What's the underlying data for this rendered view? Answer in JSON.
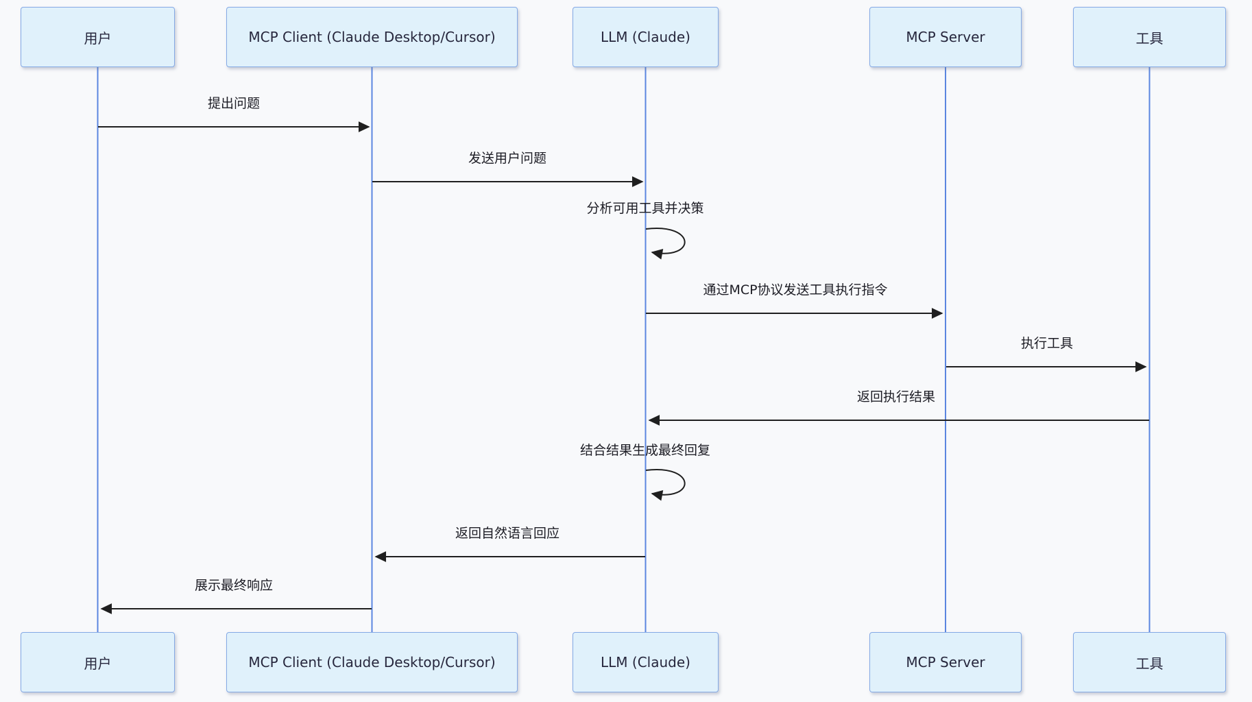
{
  "diagram": {
    "kind": "sequence-diagram",
    "background_color": "#f8f9fb",
    "actor_fill_color": "#e0f1fb",
    "actor_border_color": "#84a9e5",
    "lifeline_color": "#5b86e0",
    "arrow_color": "#1f1f1f",
    "message_text_color": "#1c1c24"
  },
  "actors": [
    {
      "id": "user",
      "label": "用户"
    },
    {
      "id": "mcp-client",
      "label": "MCP Client (Claude Desktop/Cursor)"
    },
    {
      "id": "llm",
      "label": "LLM (Claude)"
    },
    {
      "id": "mcp-server",
      "label": "MCP Server"
    },
    {
      "id": "tool",
      "label": "工具"
    }
  ],
  "messages": [
    {
      "seq": 1,
      "from": "用户",
      "to": "MCP Client",
      "type": "solid-arrow",
      "label": "提出问题"
    },
    {
      "seq": 2,
      "from": "MCP Client",
      "to": "LLM",
      "type": "solid-arrow",
      "label": "发送用户问题"
    },
    {
      "seq": 3,
      "from": "LLM",
      "to": "LLM",
      "type": "self-loop",
      "label": "分析可用工具并决策"
    },
    {
      "seq": 4,
      "from": "LLM",
      "to": "MCP Server",
      "type": "solid-arrow",
      "label": "通过MCP协议发送工具执行指令"
    },
    {
      "seq": 5,
      "from": "MCP Server",
      "to": "工具",
      "type": "solid-arrow",
      "label": "执行工具"
    },
    {
      "seq": 6,
      "from": "工具",
      "to": "LLM",
      "type": "solid-arrow",
      "label": "返回执行结果"
    },
    {
      "seq": 7,
      "from": "LLM",
      "to": "LLM",
      "type": "self-loop",
      "label": "结合结果生成最终回复"
    },
    {
      "seq": 8,
      "from": "LLM",
      "to": "MCP Client",
      "type": "solid-arrow",
      "label": "返回自然语言回应"
    },
    {
      "seq": 9,
      "from": "MCP Client",
      "to": "用户",
      "type": "solid-arrow",
      "label": "展示最终响应"
    }
  ]
}
